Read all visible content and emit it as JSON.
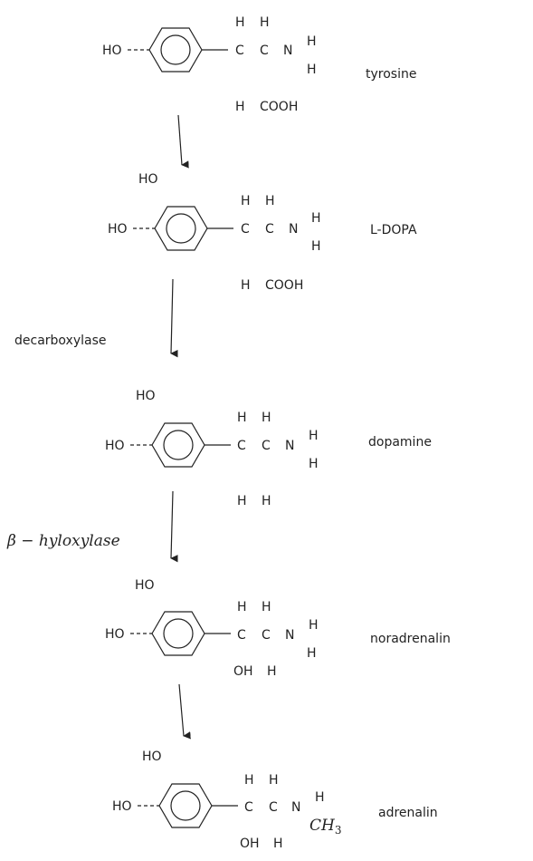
{
  "molecules": [
    {
      "name": "tyrosine",
      "ring_substituents": [
        "HO"
      ],
      "chain_top": [
        "H",
        "H"
      ],
      "chain_backbone": [
        "C",
        "C",
        "N"
      ],
      "amine_substituents": [
        "H",
        "H"
      ],
      "chain_bottom": [
        "H",
        "COOH"
      ]
    },
    {
      "name": "L-DOPA",
      "ring_substituents": [
        "HO",
        "HO"
      ],
      "chain_top": [
        "H",
        "H"
      ],
      "chain_backbone": [
        "C",
        "C",
        "N"
      ],
      "amine_substituents": [
        "H",
        "H"
      ],
      "chain_bottom": [
        "H",
        "COOH"
      ]
    },
    {
      "name": "dopamine",
      "ring_substituents": [
        "HO",
        "HO"
      ],
      "chain_top": [
        "H",
        "H"
      ],
      "chain_backbone": [
        "C",
        "C",
        "N"
      ],
      "amine_substituents": [
        "H",
        "H"
      ],
      "chain_bottom": [
        "H",
        "H"
      ]
    },
    {
      "name": "noradrenalin",
      "ring_substituents": [
        "HO",
        "HO"
      ],
      "chain_top": [
        "H",
        "H"
      ],
      "chain_backbone": [
        "C",
        "C",
        "N"
      ],
      "amine_substituents": [
        "H",
        "H"
      ],
      "chain_bottom": [
        "OH",
        "H"
      ]
    },
    {
      "name": "adrenalin",
      "ring_substituents": [
        "HO",
        "HO"
      ],
      "chain_top": [
        "H",
        "H"
      ],
      "chain_backbone": [
        "C",
        "C",
        "N"
      ],
      "amine_substituents": [
        "H"
      ],
      "amine_methyl": {
        "base": "CH",
        "subscript": "3"
      },
      "chain_bottom": [
        "OH",
        "H"
      ]
    }
  ],
  "enzymes": [
    "",
    "decarboxylase",
    "β − hyloxylase",
    ""
  ]
}
